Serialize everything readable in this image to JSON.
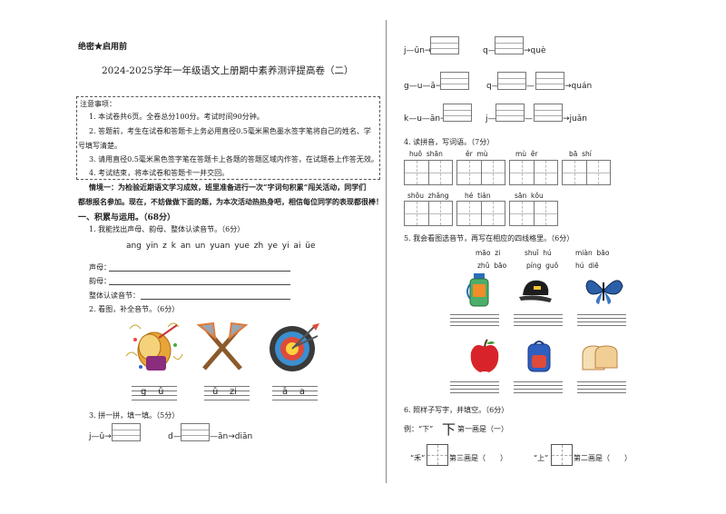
{
  "header": {
    "secret": "绝密★启用前",
    "title": "2024-2025学年一年级语文上册期中素养测评提高卷（二）"
  },
  "notice": {
    "heading": "注意事项：",
    "items": [
      "1. 本试卷共6页。全卷总分100分。考试时间90分钟。",
      "2. 答题前，考生在试卷和答题卡上务必用直径0.5毫米黑色墨水签字笔将自己的姓名、学",
      "号填写清楚。",
      "3. 请用直径0.5毫米黑色签字笔在答题卡上各题的答题区域内作答，在试题卷上作答无效。",
      "4. 考试结束，将本试卷和答题卡一并交回。"
    ]
  },
  "intro": {
    "line1": "情境一：为检验近期语文学习成效，班里准备进行一次“字词句积累”闯关活动，同学们",
    "line2": "都想报名参加。现在，不妨做做下面的题，为本次活动热热身吧，相信每位同学的表现都很棒！"
  },
  "section1": {
    "title": "一、积累与运用。（68分）",
    "q1": {
      "prompt": "1. 我能找出声母、韵母、整体认读音节。（6分）",
      "letters": "ang  yin  z  k  an  un  yuan  yue  zh  ye  yi  ai  üe",
      "labels": [
        "声母：",
        "韵母：",
        "整体认读音节："
      ]
    },
    "q2": {
      "prompt": "2. 看图，补全音节。（6分）",
      "syllables": [
        "g    ǔ",
        "ǔ    zi",
        "ā    a"
      ],
      "pictures": [
        "drum-and-sticks",
        "crossed-axes",
        "target-with-arrows"
      ]
    },
    "q3": {
      "prompt": "3. 拼一拼，填一填。（5分）",
      "row1_a": "j—ǔ→",
      "row1_b": "d—",
      "row1_c": "—ān→diān"
    }
  },
  "right": {
    "q3_rows": [
      {
        "left": "j—ūn→",
        "right": "q—",
        "right_end": "→què"
      },
      {
        "left": "g—u—ā→",
        "right": "q—",
        "right_mid": "—",
        "right_end": "→quán"
      },
      {
        "left": "k—u—ān→",
        "right": "j—",
        "right_mid": "—",
        "right_end": "→juǎn"
      }
    ],
    "q4": {
      "prompt": "4. 读拼音，写词语。（7分）",
      "pinyin_row1": [
        "huǒ  shān",
        "ěr  mù",
        "mù  ěr",
        "bā  shí"
      ],
      "pinyin_row2": [
        "shǒu  zhǎng",
        "hé  tián",
        "sān  kǒu"
      ]
    },
    "q5": {
      "prompt": "5. 我会看图选音节，再写在相应的四线格里。（6分）",
      "options_top": [
        "māo  zi",
        "shuǐ  hú",
        "miàn  bāo"
      ],
      "options_bottom": [
        "zhǔ  bāo",
        "píng  guǒ",
        "hú  diē"
      ],
      "pictures": [
        "water-bottle",
        "cap",
        "butterfly",
        "apple",
        "backpack",
        "bread"
      ]
    },
    "q6": {
      "prompt": "6. 照样子写字，并填空。（6分）",
      "example_prefix": "例：“下”",
      "example_char": "下",
      "example_suffix": "第一画是（一）",
      "item1_char": "“禾”",
      "item1_suffix": "第三画是（　　）",
      "item2_char": "“上”",
      "item2_suffix": "第二画是（　　）"
    }
  }
}
